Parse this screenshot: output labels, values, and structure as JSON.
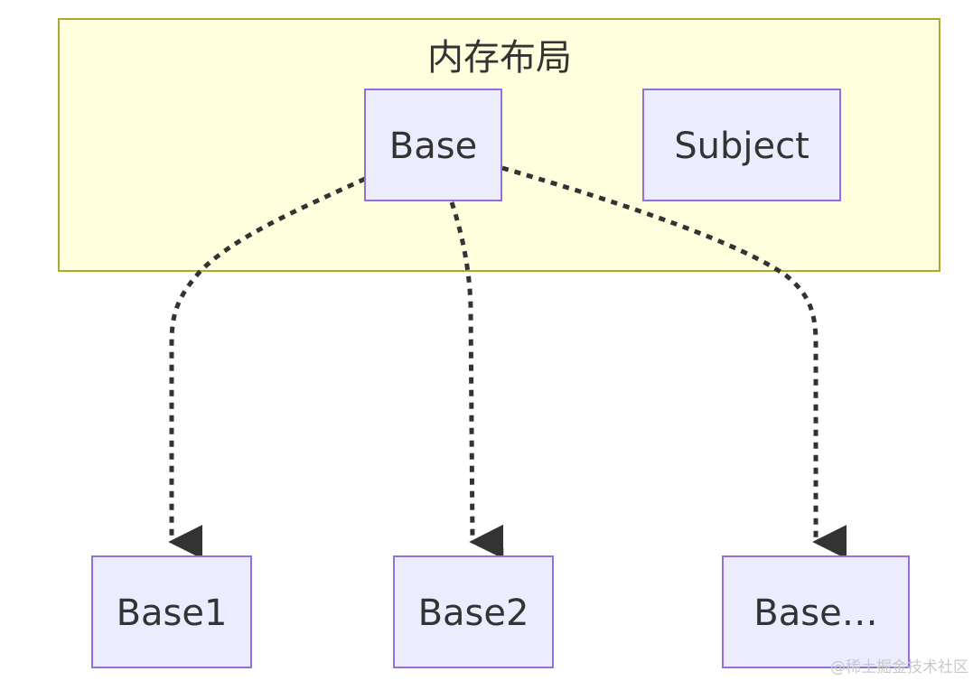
{
  "group": {
    "title": "内存布局"
  },
  "nodes": {
    "base": "Base",
    "subject": "Subject",
    "base1": "Base1",
    "base2": "Base2",
    "base_more": "Base…"
  },
  "watermark": "@稀土掘金技术社区",
  "colors": {
    "group_fill": "#ffffde",
    "group_stroke": "#aaaa33",
    "node_fill": "#ececff",
    "node_stroke": "#9370db",
    "edge": "#333333",
    "text": "#333333"
  }
}
